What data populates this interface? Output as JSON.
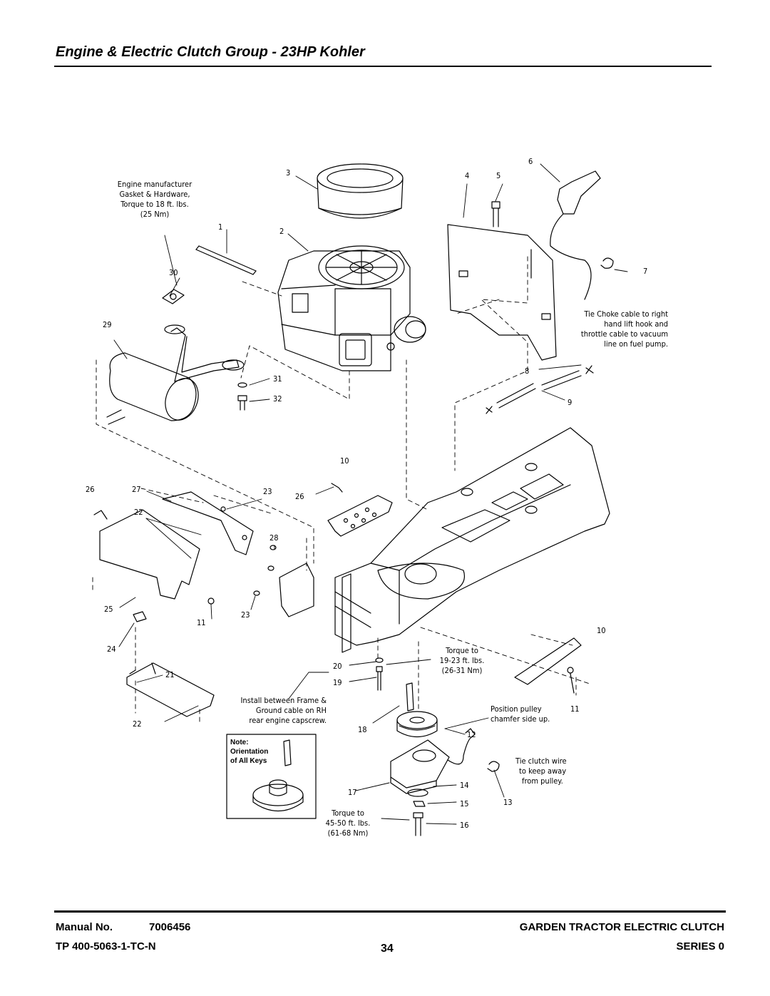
{
  "page_title": "Engine & Electric Clutch Group - 23HP Kohler",
  "callouts": {
    "c1": "1",
    "c2": "2",
    "c3": "3",
    "c4": "4",
    "c5": "5",
    "c6": "6",
    "c7": "7",
    "c8": "8",
    "c9": "9",
    "c10a": "10",
    "c10b": "10",
    "c11a": "11",
    "c11b": "11",
    "c12": "12",
    "c13": "13",
    "c14": "14",
    "c15": "15",
    "c16": "16",
    "c17": "17",
    "c18": "18",
    "c19": "19",
    "c20": "20",
    "c21": "21",
    "c22a": "22",
    "c22b": "22",
    "c23a": "23",
    "c23b": "23",
    "c24": "24",
    "c25": "25",
    "c26a": "26",
    "c26b": "26",
    "c27": "27",
    "c28": "28",
    "c29": "29",
    "c30": "30",
    "c31": "31",
    "c32": "32"
  },
  "notes": {
    "engine_manufacturer": [
      "Engine manufacturer",
      "Gasket & Hardware,",
      "Torque to 18 ft. lbs.",
      "(25 Nm)"
    ],
    "choke_cable": [
      "Tie Choke cable to right",
      "hand lift hook and",
      "throttle cable to vacuum",
      "line on fuel pump."
    ],
    "torque_19_23": [
      "Torque to",
      "19-23 ft. lbs.",
      "(26-31 Nm)"
    ],
    "ground_cable": [
      "Install between Frame &",
      "Ground cable on RH",
      "rear engine capscrew."
    ],
    "pulley": [
      "Position pulley",
      "chamfer side up."
    ],
    "clutch_wire": [
      "Tie clutch wire",
      "to keep away",
      "from pulley."
    ],
    "torque_45_50": [
      "Torque to",
      "45-50 ft. lbs.",
      "(61-68 Nm)"
    ],
    "key_orientation": [
      "Note:",
      "Orientation",
      "of All Keys"
    ]
  },
  "footer": {
    "manual_label": "Manual No.",
    "manual_number": "7006456",
    "tp_number": "TP 400-5063-1-TC-N",
    "page_number": "34",
    "product_line": "GARDEN TRACTOR ELECTRIC CLUTCH",
    "series": "SERIES 0"
  }
}
